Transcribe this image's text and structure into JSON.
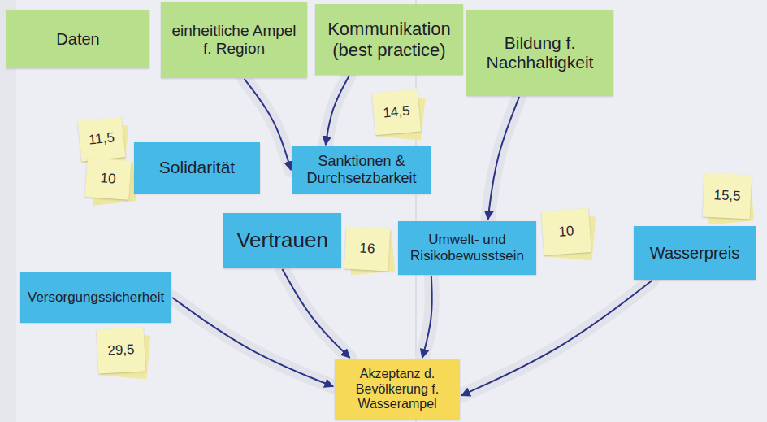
{
  "diagram": {
    "nodes": [
      {
        "text": [
          "Daten"
        ]
      },
      {
        "text": [
          "einheitliche Ampel f. Region"
        ]
      },
      {
        "text": [
          "Kommunikation (best practice)"
        ]
      },
      {
        "text": [
          "Bildung f. Nachhaltigkeit"
        ]
      },
      {
        "text": [
          "Solidarität"
        ]
      },
      {
        "text": [
          "Sanktionen & Durchsetzbarkeit"
        ]
      },
      {
        "text": [
          "Vertrauen"
        ]
      },
      {
        "text": [
          "Umwelt- und Risikobewusstsein"
        ]
      },
      {
        "text": [
          "Wasserpreis"
        ]
      },
      {
        "text": [
          "Versorgungssicherheit"
        ]
      },
      {
        "text": [
          "Akzeptanz d. Bevölkerung f. Wasserampel"
        ]
      }
    ],
    "edges": [
      {
        "from": 1,
        "to": 5,
        "arrow": "to"
      },
      {
        "from": 2,
        "to": 5,
        "arrow": "to"
      },
      {
        "from": 3,
        "to": 7,
        "arrow": "to"
      },
      {
        "from": 9,
        "to": 10,
        "arrow": "to"
      },
      {
        "from": 6,
        "to": 10,
        "arrow": "to"
      },
      {
        "from": 7,
        "to": 10,
        "arrow": "to"
      },
      {
        "from": 8,
        "to": 10,
        "arrow": "to"
      }
    ],
    "labels": [
      "11,5",
      "10",
      "14,5",
      "16",
      "10",
      "15,5",
      "29,5"
    ]
  }
}
